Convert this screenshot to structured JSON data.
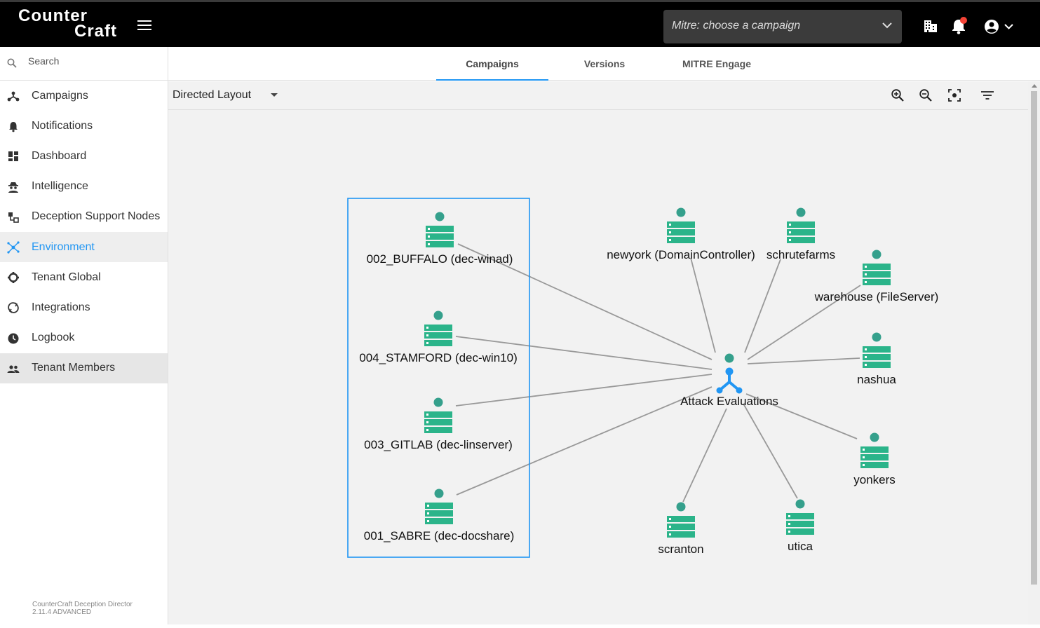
{
  "app": {
    "logo_line1": "Counter",
    "logo_line2": "Craft"
  },
  "header": {
    "campaign_placeholder": "Mitre: choose a campaign",
    "icons": [
      "building-icon",
      "bell-icon",
      "account-icon",
      "chevron-down-icon"
    ],
    "notification_color": "#f44336"
  },
  "sidebar": {
    "search_placeholder": "Search",
    "items": [
      {
        "label": "Campaigns",
        "icon": "campaign-icon"
      },
      {
        "label": "Notifications",
        "icon": "bell-icon"
      },
      {
        "label": "Dashboard",
        "icon": "dashboard-icon"
      },
      {
        "label": "Intelligence",
        "icon": "spy-icon"
      },
      {
        "label": "Deception Support Nodes",
        "icon": "support-nodes-icon"
      },
      {
        "label": "Environment",
        "icon": "environment-icon"
      },
      {
        "label": "Tenant Global",
        "icon": "gear-icon"
      },
      {
        "label": "Integrations",
        "icon": "integrations-icon"
      },
      {
        "label": "Logbook",
        "icon": "clock-icon"
      },
      {
        "label": "Tenant Members",
        "icon": "people-icon"
      }
    ],
    "active_index": 5,
    "version_line1": "CounterCraft Deception Director",
    "version_line2": "2.11.4 ADVANCED"
  },
  "tabs": [
    {
      "label": "Campaigns",
      "active": true
    },
    {
      "label": "Versions",
      "active": false
    },
    {
      "label": "MITRE Engage",
      "active": false
    }
  ],
  "toolbar": {
    "layout_label": "Directed Layout",
    "tools": [
      "zoom-in-icon",
      "zoom-out-icon",
      "center-focus-icon",
      "filter-icon"
    ]
  },
  "graph": {
    "accent": "#2196f3",
    "host_color": "#2bb48a",
    "dot_color": "#35a08c",
    "center": {
      "label": "Attack Evaluations"
    },
    "nodes": [
      {
        "label": "002_BUFFALO (dec-winad)"
      },
      {
        "label": "004_STAMFORD (dec-win10)"
      },
      {
        "label": "003_GITLAB (dec-linserver)"
      },
      {
        "label": "001_SABRE (dec-docshare)"
      },
      {
        "label": "newyork (DomainController)"
      },
      {
        "label": "schrutefarms"
      },
      {
        "label": "warehouse (FileServer)"
      },
      {
        "label": "nashua"
      },
      {
        "label": "yonkers"
      },
      {
        "label": "utica"
      },
      {
        "label": "scranton"
      }
    ]
  }
}
